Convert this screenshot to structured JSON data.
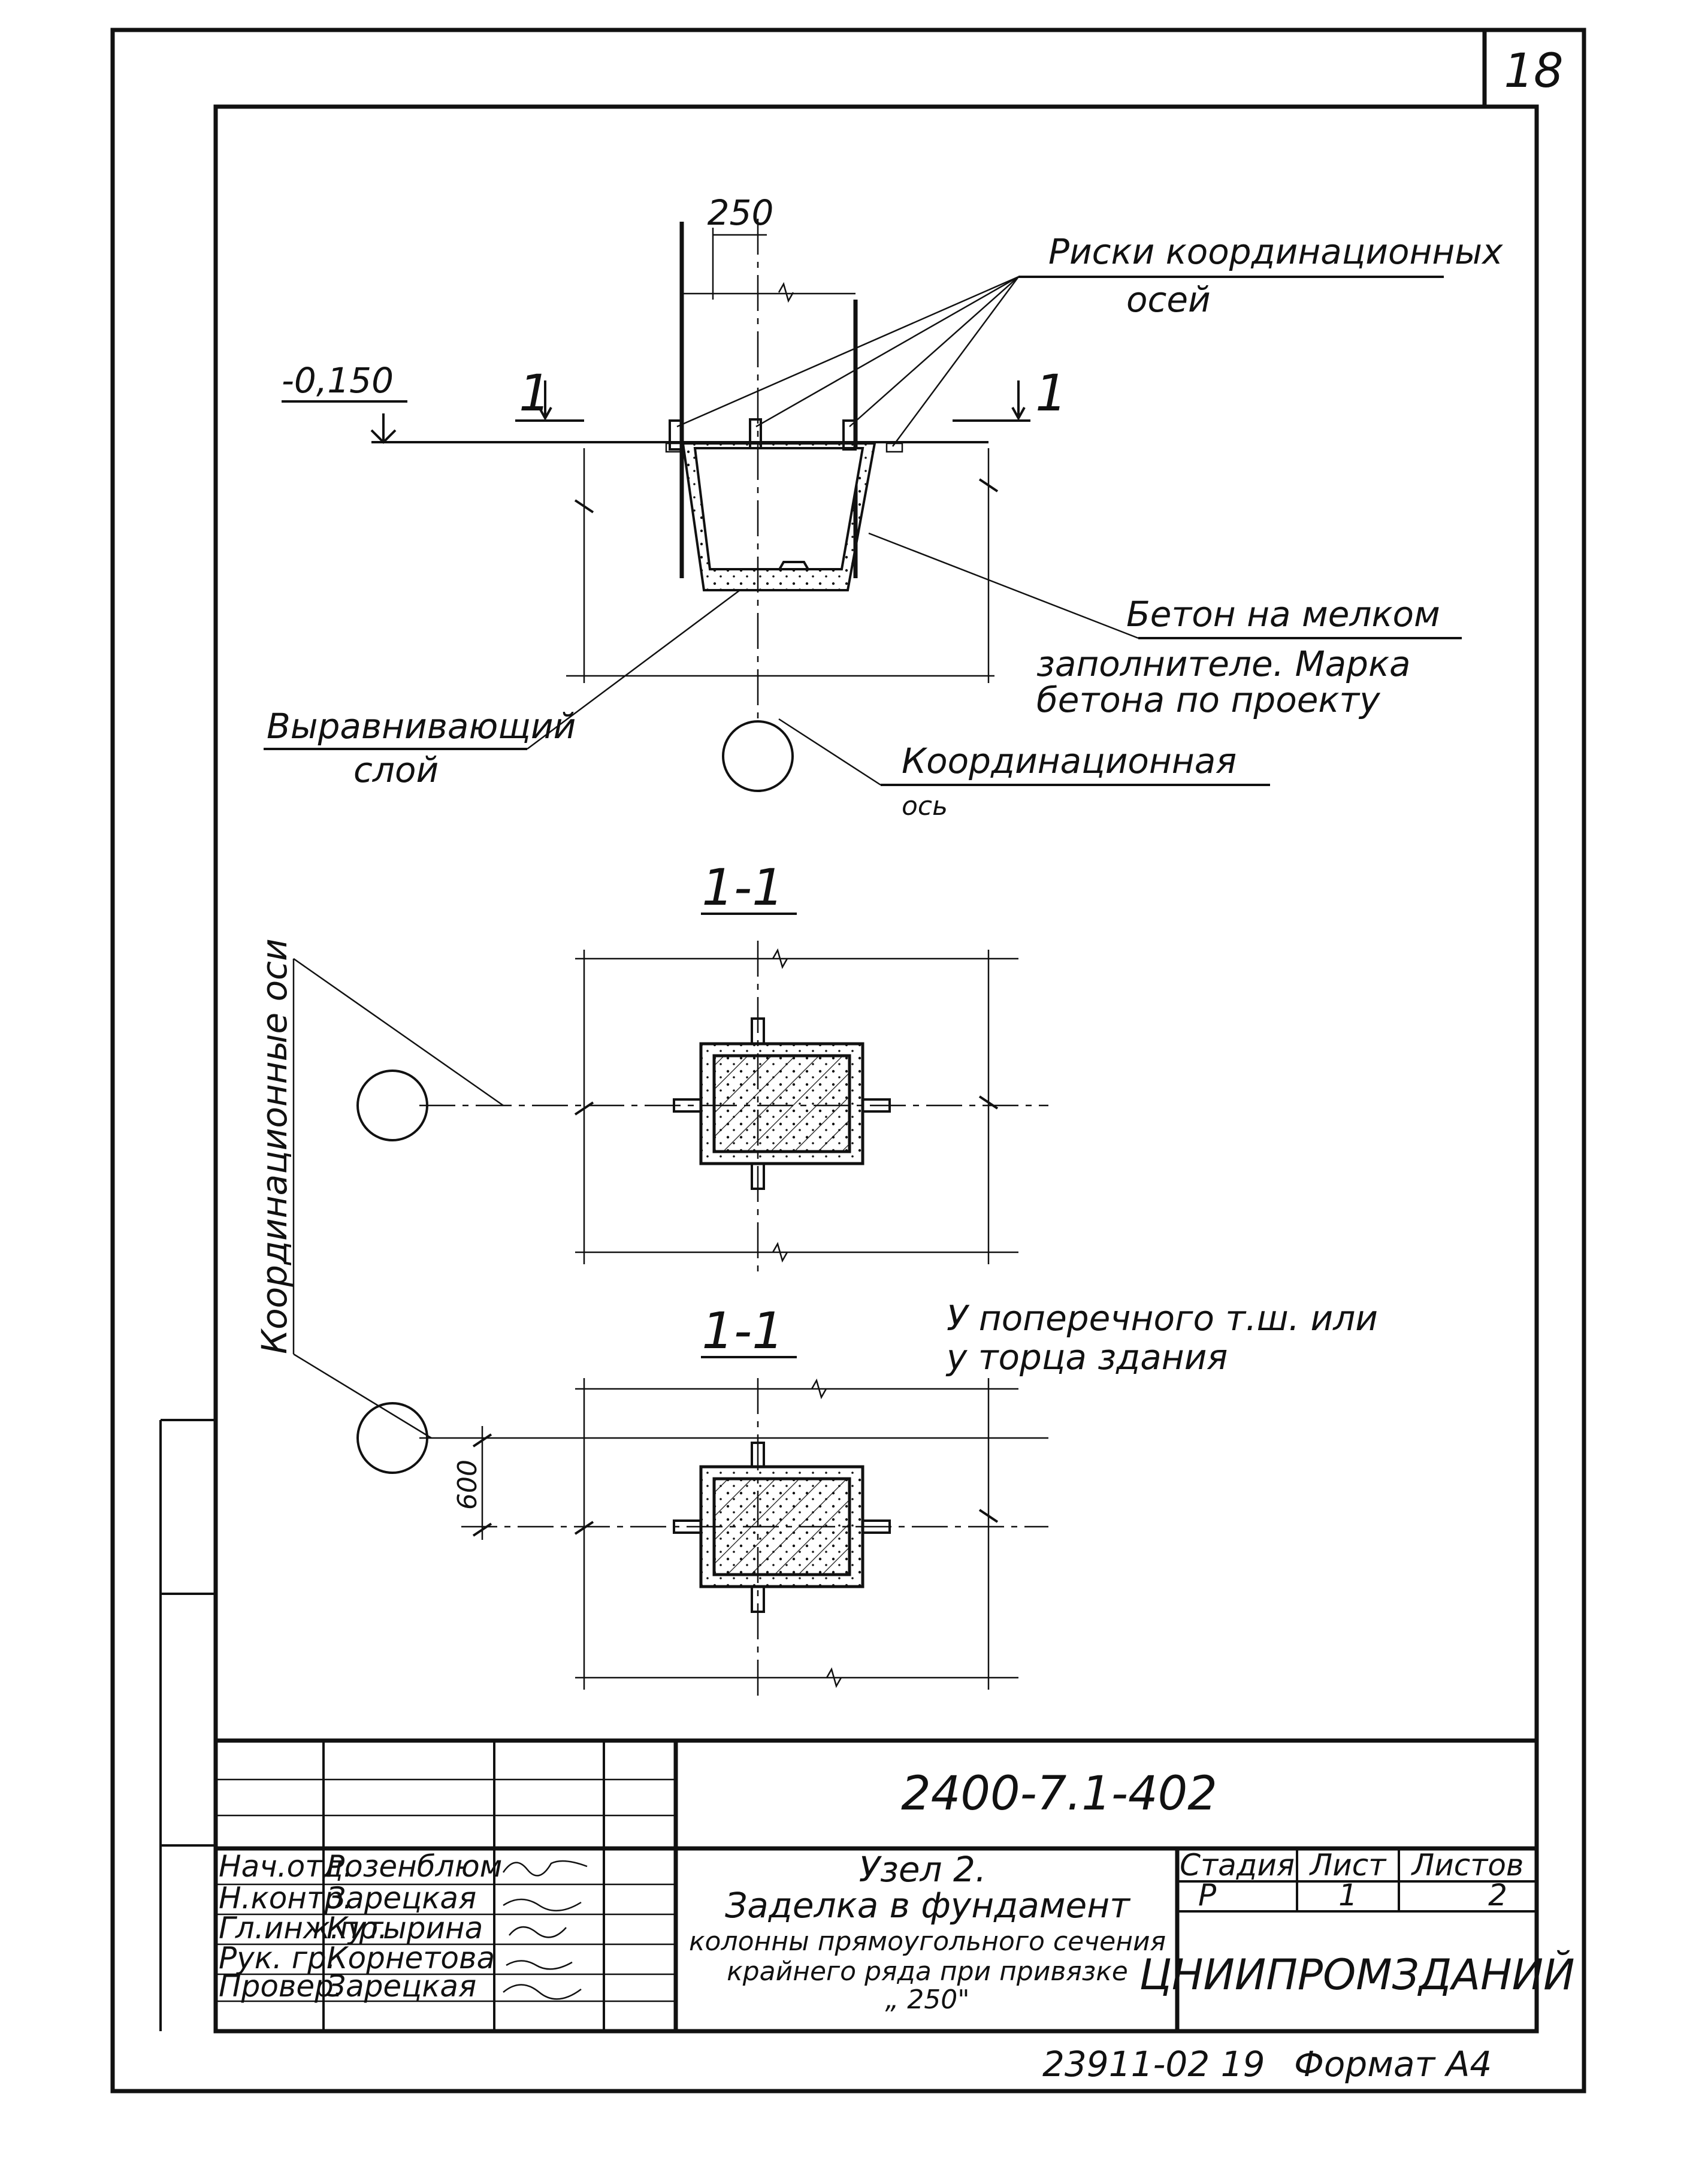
{
  "sheet": {
    "number": "18"
  },
  "drawing": {
    "dim_width": "250",
    "elevation": "-0,150",
    "section_mark": "1",
    "callout_risks_line1": "Риски координационных",
    "callout_risks_line2": "осей",
    "callout_concrete_line1": "Бетон на мелком",
    "callout_concrete_line2": "заполнителе. Марка",
    "callout_concrete_line3": "бетона по проекту",
    "callout_leveling_line1": "Выравнивающий",
    "callout_leveling_line2": "слой",
    "callout_axis_line1": "Координационная",
    "callout_axis_line2": "ось",
    "section_title_1": "1-1",
    "section_title_2": "1-1",
    "axes_label": "Координационные оси",
    "note_line1": "У поперечного т.ш. или",
    "note_line2": "у торца здания",
    "dim_600": "600"
  },
  "title_block": {
    "doc_code": "2400-7.1-402",
    "roles": [
      {
        "role": "Нач.отд.",
        "name": "Розенблюм"
      },
      {
        "role": "Н.контр.",
        "name": "Зарецкая"
      },
      {
        "role": "Гл.инж.пр.",
        "name": "Кутырина"
      },
      {
        "role": "Рук. гр.",
        "name": "Корнетова"
      },
      {
        "role": "Провер.",
        "name": "Зарецкая"
      }
    ],
    "title_line1": "Узел 2.",
    "title_line2": "Заделка в фундамент",
    "title_line3": "колонны прямоугольного сечения",
    "title_line4": "крайнего ряда при привязке",
    "title_line5": "„ 250\"",
    "stage_header": "Стадия",
    "sheet_header": "Лист",
    "sheets_header": "Листов",
    "stage_value": "Р",
    "sheet_value": "1",
    "sheets_value": "2",
    "organization": "ЦНИИПРОМЗДАНИЙ"
  },
  "footer": {
    "inventory": "23911-02 19",
    "format": "Формат А4"
  }
}
